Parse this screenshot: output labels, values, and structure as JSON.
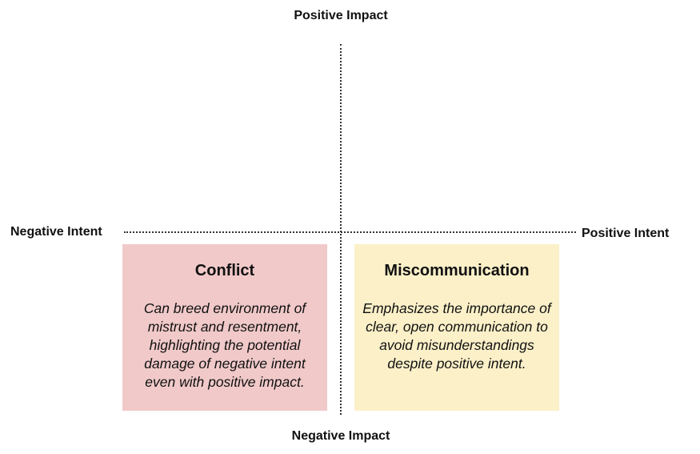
{
  "axes": {
    "top": "Positive Impact",
    "bottom": "Negative Impact",
    "left": "Negative Intent",
    "right": "Positive Intent"
  },
  "quadrants": [
    {
      "title": "Conflict",
      "text": "Can breed environment of mistrust and resentment, highlighting the potential damage of negative intent even with positive impact.",
      "color": "#f1c9c9"
    },
    {
      "title": "Miscommunication",
      "text": "Emphasizes the importance of clear, open communication to avoid misunderstandings despite positive intent.",
      "color": "#fbf0c8"
    }
  ]
}
